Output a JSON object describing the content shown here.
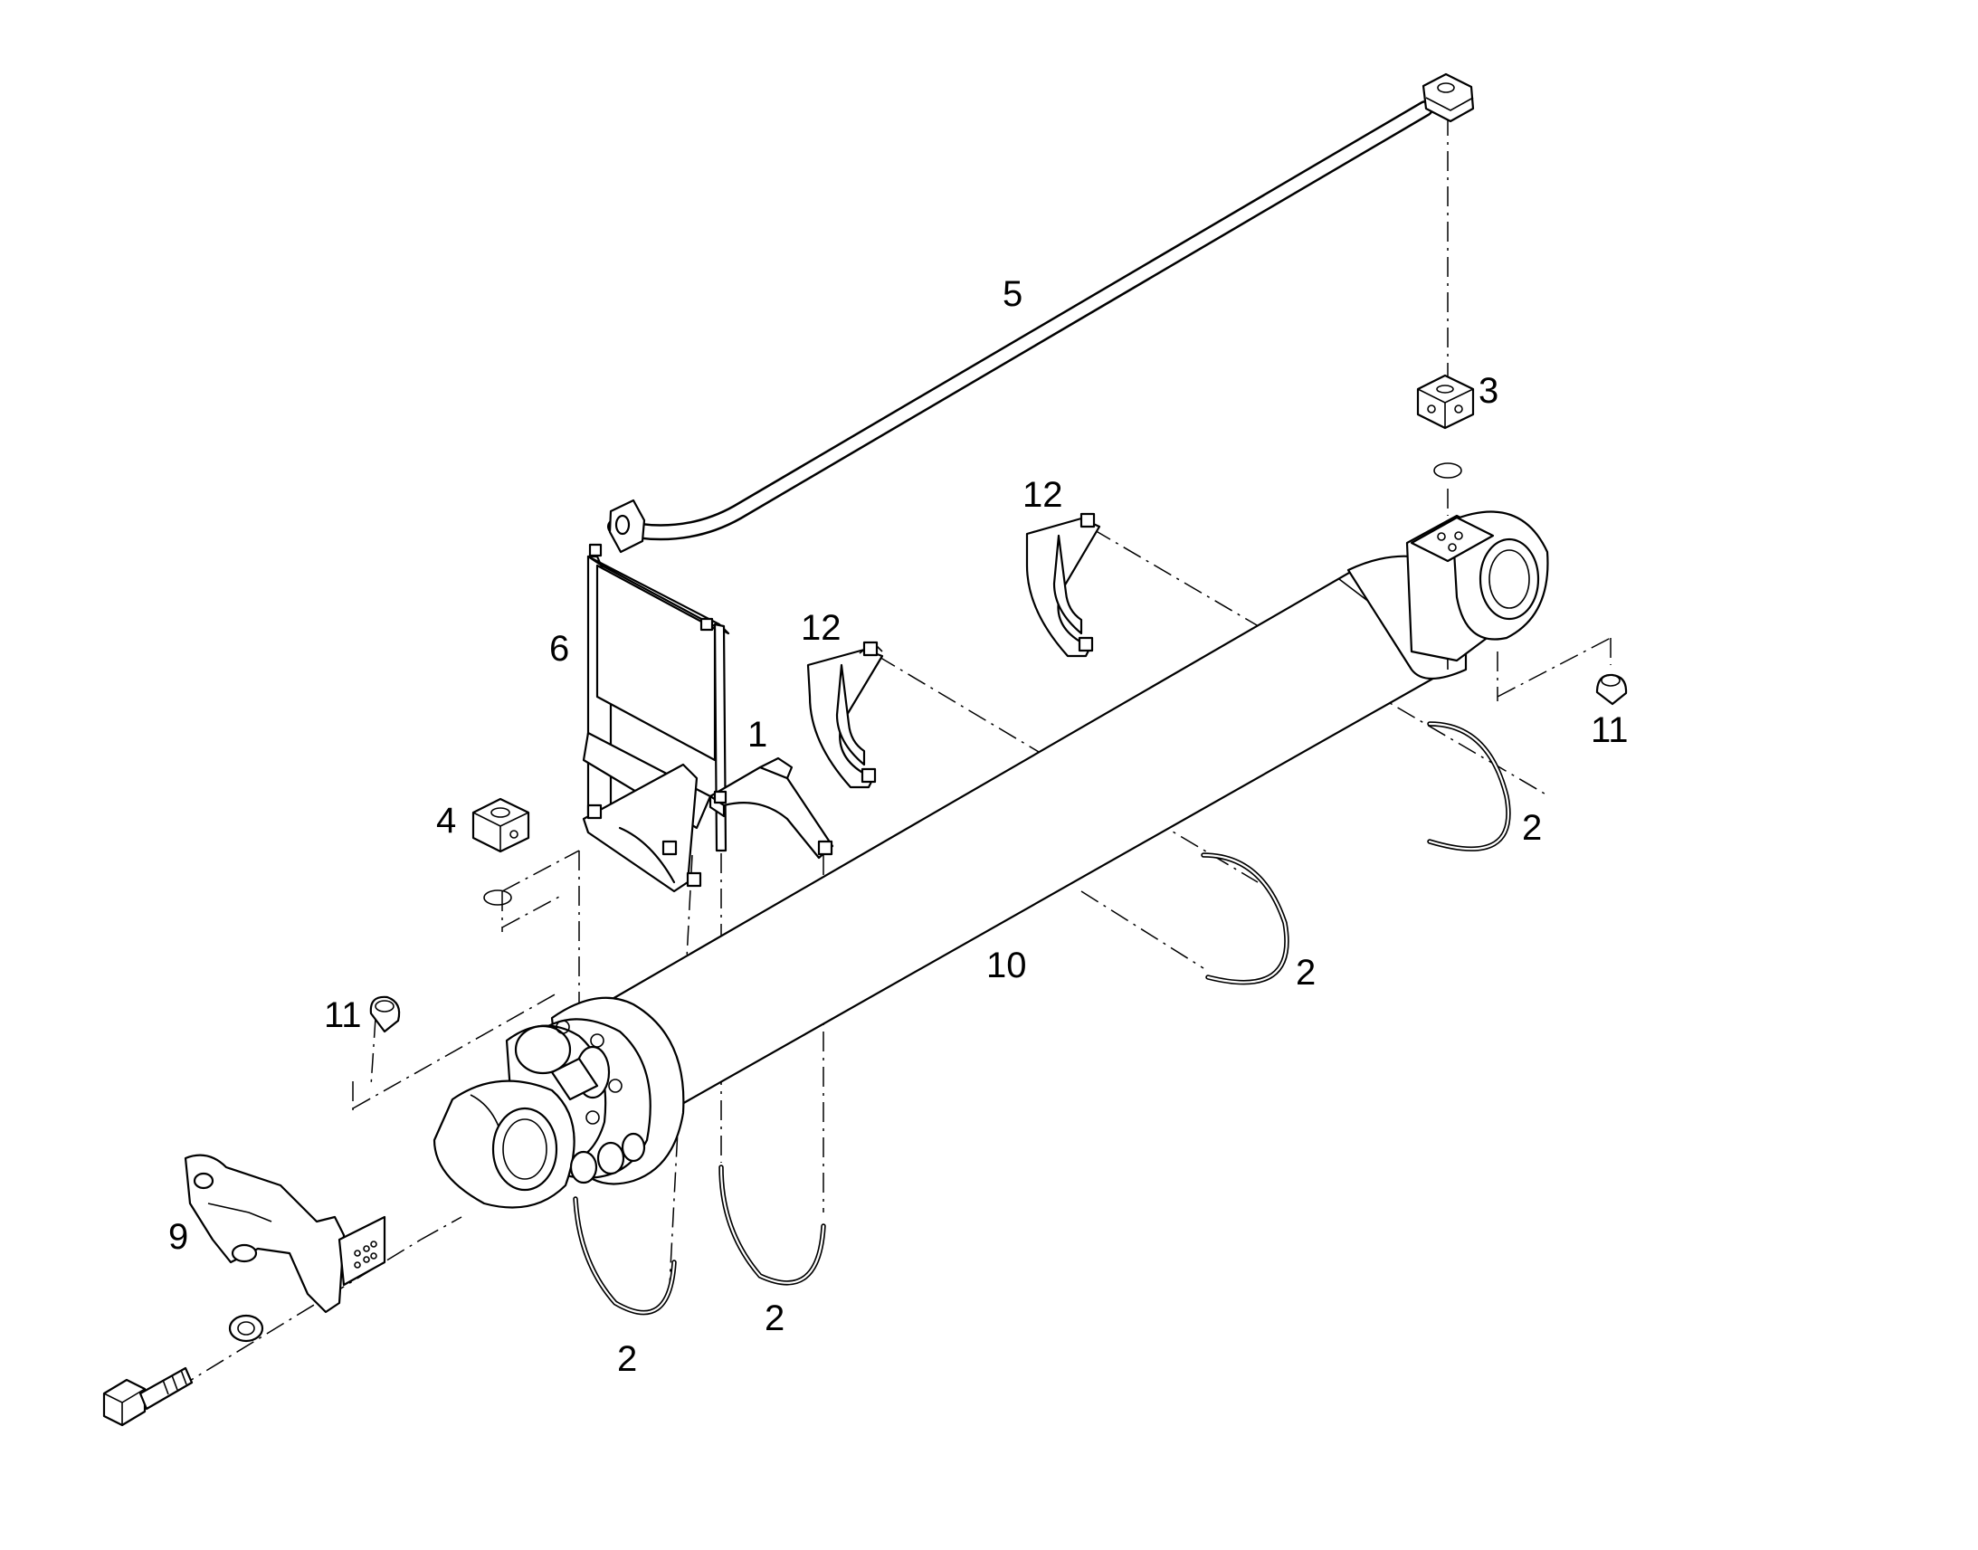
{
  "diagram": {
    "callouts": [
      {
        "id": "c5",
        "text": "5"
      },
      {
        "id": "c3",
        "text": "3"
      },
      {
        "id": "c12a",
        "text": "12"
      },
      {
        "id": "c12b",
        "text": "12"
      },
      {
        "id": "c6",
        "text": "6"
      },
      {
        "id": "c1",
        "text": "1"
      },
      {
        "id": "c4",
        "text": "4"
      },
      {
        "id": "c11a",
        "text": "11"
      },
      {
        "id": "c11b",
        "text": "11"
      },
      {
        "id": "c2a",
        "text": "2"
      },
      {
        "id": "c2b",
        "text": "2"
      },
      {
        "id": "c2c",
        "text": "2"
      },
      {
        "id": "c2d",
        "text": "2"
      },
      {
        "id": "c10",
        "text": "10"
      },
      {
        "id": "c9",
        "text": "9"
      }
    ],
    "colors": {
      "line": "#000000",
      "background": "#ffffff"
    }
  }
}
